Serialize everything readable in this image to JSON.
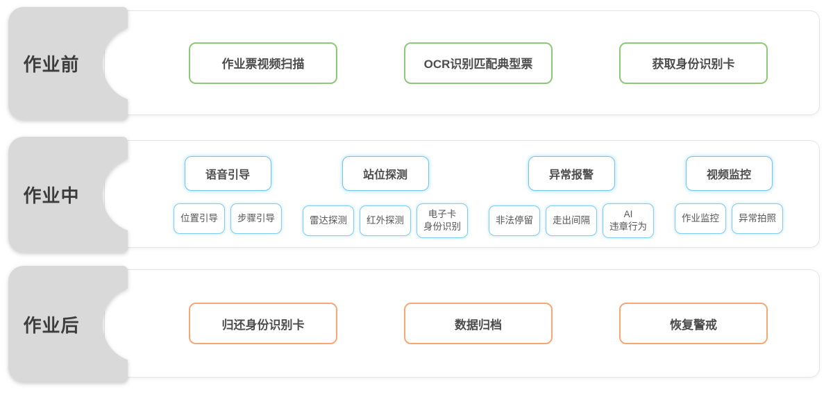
{
  "colors": {
    "phase_bg": "#d9d9d9",
    "phase_text": "#3c3c3c",
    "panel_border": "#e4e4e4",
    "green_accent": "#8cc878",
    "blue_accent": "#7fccf4",
    "orange_accent": "#f8a674",
    "box_text": "#4c4c4c"
  },
  "rows": [
    {
      "phase": "作业前",
      "accent": "green",
      "boxes": [
        "作业票视频扫描",
        "OCR识别匹配典型票",
        "获取身份识别卡"
      ]
    },
    {
      "phase": "作业中",
      "accent": "blue",
      "groups": [
        {
          "header": "语音引导",
          "subs": [
            "位置引导",
            "步骤引导"
          ]
        },
        {
          "header": "站位探测",
          "subs": [
            "雷达探测",
            "红外探测",
            "电子卡\n身份识别"
          ]
        },
        {
          "header": "异常报警",
          "subs": [
            "非法停留",
            "走出间隔",
            "AI\n违章行为"
          ]
        },
        {
          "header": "视频监控",
          "subs": [
            "作业监控",
            "异常拍照"
          ]
        }
      ]
    },
    {
      "phase": "作业后",
      "accent": "orange",
      "boxes": [
        "归还身份识别卡",
        "数据归档",
        "恢复警戒"
      ]
    }
  ]
}
